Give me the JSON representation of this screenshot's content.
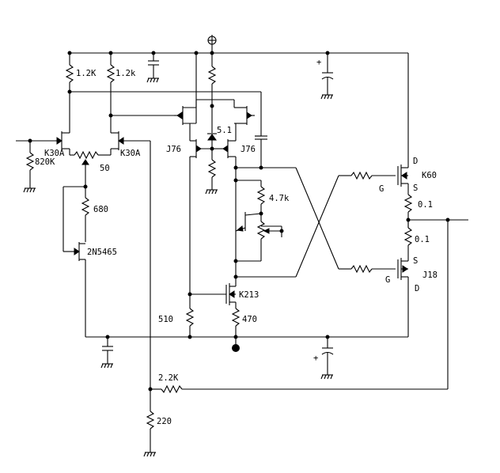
{
  "title": "",
  "labels": {
    "r_1k2_left": "1.2K",
    "r_1k2_right": "1.2k",
    "r_820k": "820K",
    "q_k30a_left": "K30A",
    "q_k30a_right": "K30A",
    "pot_50": "50",
    "r_680": "680",
    "q_2n5465": "2N5465",
    "zener_5v1": "5.1",
    "q_j76_left": "J76",
    "q_j76_right": "J76",
    "r_4k7": "4.7k",
    "q_k213": "K213",
    "r_510": "510",
    "r_470": "470",
    "k60_d": "D",
    "k60_name": "K60",
    "k60_g": "G",
    "k60_s": "S",
    "r_01_top": "0.1",
    "r_01_bot": "0.1",
    "j18_s": "S",
    "j18_g": "G",
    "j18_name": "J18",
    "j18_d": "D",
    "cap_plus_top": "+",
    "cap_plus_bot": "+",
    "r_2k2": "2.2K",
    "r_220": "220"
  }
}
